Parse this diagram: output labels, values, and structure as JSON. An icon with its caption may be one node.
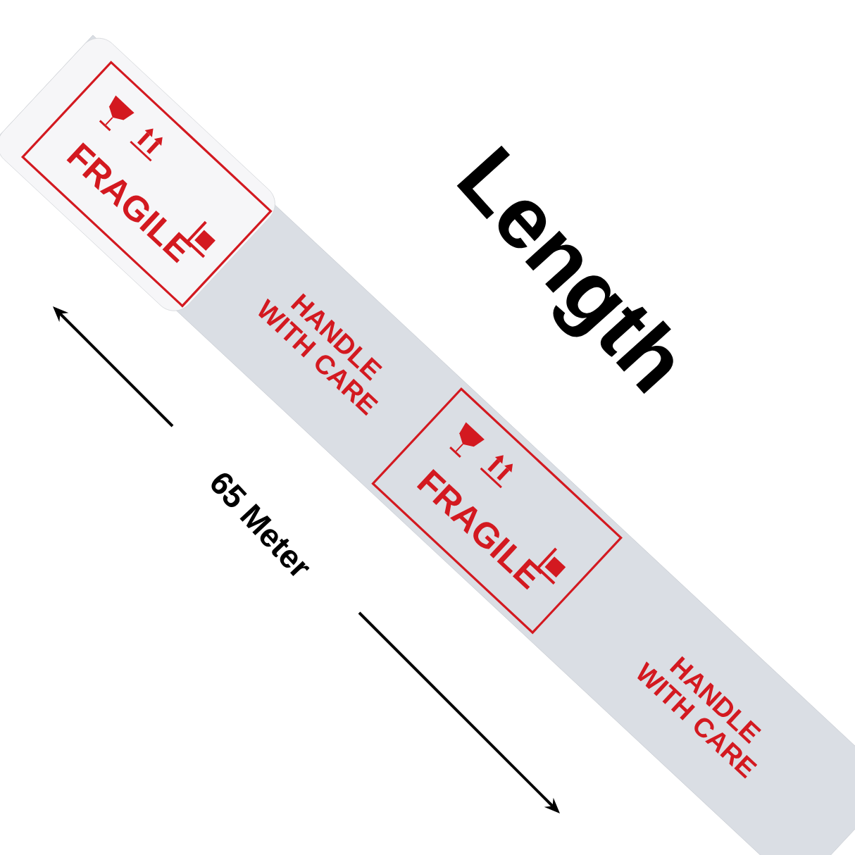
{
  "diagram": {
    "labels": [
      "FRAGILE",
      "Length",
      "HANDLE WITH CARE",
      "65 Meter",
      "FRAGILE",
      "HANDLE WITH CARE"
    ]
  }
}
